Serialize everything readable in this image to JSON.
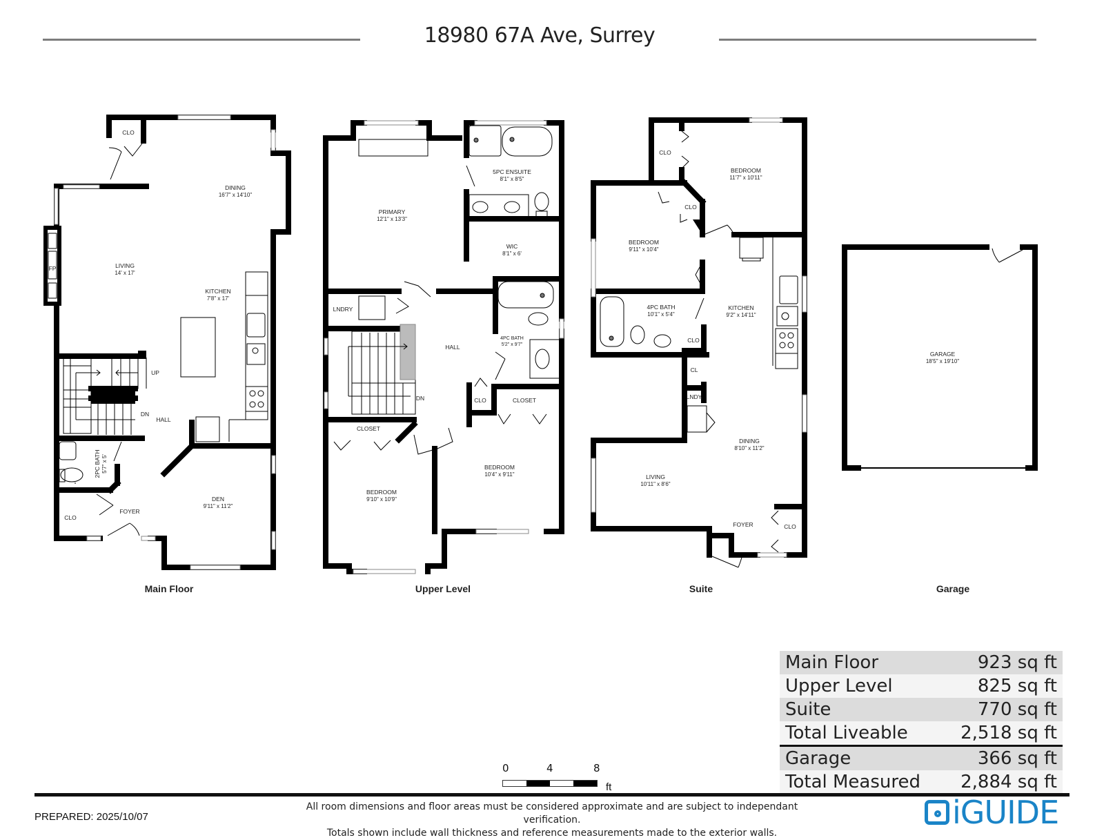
{
  "header": {
    "title": "18980 67A Ave, Surrey"
  },
  "levels": {
    "main": {
      "label": "Main Floor",
      "rooms": {
        "clo_top": {
          "name": "CLO"
        },
        "dining": {
          "name": "DINING",
          "dim": "16'7\" x 14'10\""
        },
        "living": {
          "name": "LIVING",
          "dim": "14' x 17'"
        },
        "fp": {
          "name": "FP"
        },
        "kitchen": {
          "name": "KITCHEN",
          "dim": "7'8\" x 17'"
        },
        "up": {
          "name": "UP"
        },
        "dn": {
          "name": "DN"
        },
        "hall": {
          "name": "HALL"
        },
        "bath": {
          "name": "2PC BATH",
          "dim": "5'7\" x 5'"
        },
        "den": {
          "name": "DEN",
          "dim": "9'11\" x 11'2\""
        },
        "foyer": {
          "name": "FOYER"
        },
        "clo_bottom": {
          "name": "CLO"
        }
      }
    },
    "upper": {
      "label": "Upper Level",
      "rooms": {
        "ensuite": {
          "name": "5PC ENSUITE",
          "dim": "8'1\" x 8'5\""
        },
        "primary": {
          "name": "PRIMARY",
          "dim": "12'1\" x 13'3\""
        },
        "wic": {
          "name": "WIC",
          "dim": "8'1\" x 6'"
        },
        "lndry": {
          "name": "LNDRY"
        },
        "hall": {
          "name": "HALL"
        },
        "bath": {
          "name": "4PC BATH",
          "dim": "5'2\" x 9'7\""
        },
        "dn": {
          "name": "DN"
        },
        "clo": {
          "name": "CLO"
        },
        "closet_right": {
          "name": "CLOSET"
        },
        "closet_left": {
          "name": "CLOSET"
        },
        "bedroom_right": {
          "name": "BEDROOM",
          "dim": "10'4\" x 9'11\""
        },
        "bedroom_left": {
          "name": "BEDROOM",
          "dim": "9'10\" x 10'9\""
        }
      }
    },
    "suite": {
      "label": "Suite",
      "rooms": {
        "clo_a": {
          "name": "CLO"
        },
        "bedroom_top": {
          "name": "BEDROOM",
          "dim": "11'7\" x 10'11\""
        },
        "clo_b": {
          "name": "CLO"
        },
        "bedroom_left": {
          "name": "BEDROOM",
          "dim": "9'11\" x 10'4\""
        },
        "bath": {
          "name": "4PC BATH",
          "dim": "10'1\" x 5'4\""
        },
        "kitchen": {
          "name": "KITCHEN",
          "dim": "9'2\" x 14'11\""
        },
        "clo_c": {
          "name": "CLO"
        },
        "cl": {
          "name": "CL"
        },
        "lndy": {
          "name": "LNDY"
        },
        "dining": {
          "name": "DINING",
          "dim": "8'10\" x 11'2\""
        },
        "living": {
          "name": "LIVING",
          "dim": "10'11\" x 8'6\""
        },
        "foyer": {
          "name": "FOYER"
        },
        "clo_d": {
          "name": "CLO"
        }
      }
    },
    "garage": {
      "label": "Garage",
      "rooms": {
        "garage": {
          "name": "GARAGE",
          "dim": "18'5\" x 19'10\""
        }
      }
    }
  },
  "areas": [
    {
      "label": "Main Floor",
      "value": "923 sq ft"
    },
    {
      "label": "Upper Level",
      "value": "825 sq ft"
    },
    {
      "label": "Suite",
      "value": "770 sq ft"
    },
    {
      "label": "Total Liveable",
      "value": "2,518 sq ft"
    },
    {
      "label": "Garage",
      "value": "366 sq ft"
    },
    {
      "label": "Total Measured",
      "value": "2,884 sq ft"
    }
  ],
  "scale": {
    "ticks": [
      "0",
      "4",
      "8"
    ],
    "unit": "ft"
  },
  "footer": {
    "prepared": "PREPARED: 2025/10/07",
    "disclaimer_line1": "All room dimensions and floor areas must be considered approximate and are subject to independant verification.",
    "disclaimer_line2": "Totals shown include wall thickness and reference measurements made to the exterior walls.",
    "logo_text": "iGUIDE"
  },
  "colors": {
    "wall": "#000000",
    "logo": "#1a84c7",
    "rule": "#7d7d7d",
    "table_shade": "#dcdcdc",
    "table_light": "#f4f4f4"
  }
}
